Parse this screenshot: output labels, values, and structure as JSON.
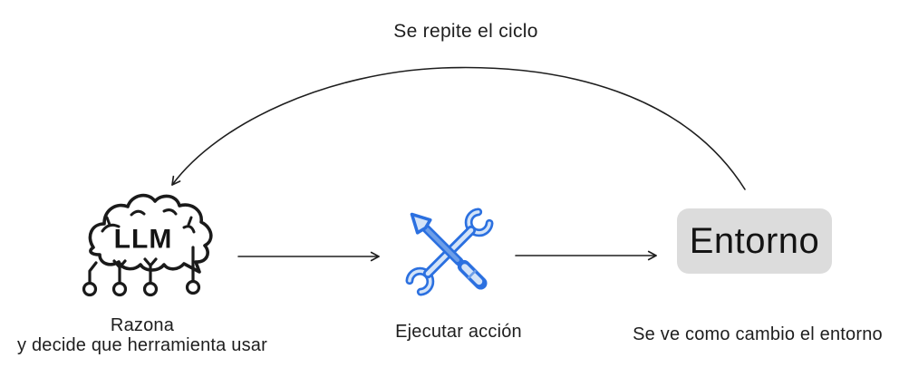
{
  "diagram": {
    "cycle_label": "Se repite el ciclo",
    "nodes": {
      "llm": {
        "icon": "brain-llm-icon",
        "icon_text": "LLM",
        "caption_line1": "Razona",
        "caption_line2": "y decide que herramienta usar"
      },
      "action": {
        "icon": "tools-icon",
        "caption": "Ejecutar acción"
      },
      "environment": {
        "box_label": "Entorno",
        "caption": "Se ve como cambio el entorno"
      }
    }
  },
  "colors": {
    "background": "#ffffff",
    "text": "#1e1e1e",
    "line": "#1e1e1e",
    "icon_blue": "#2b70e0",
    "icon_blue_light": "#d3e3f8",
    "icon_blue_mid": "#6d9ee8",
    "env_box_bg": "#dcdcdc"
  }
}
